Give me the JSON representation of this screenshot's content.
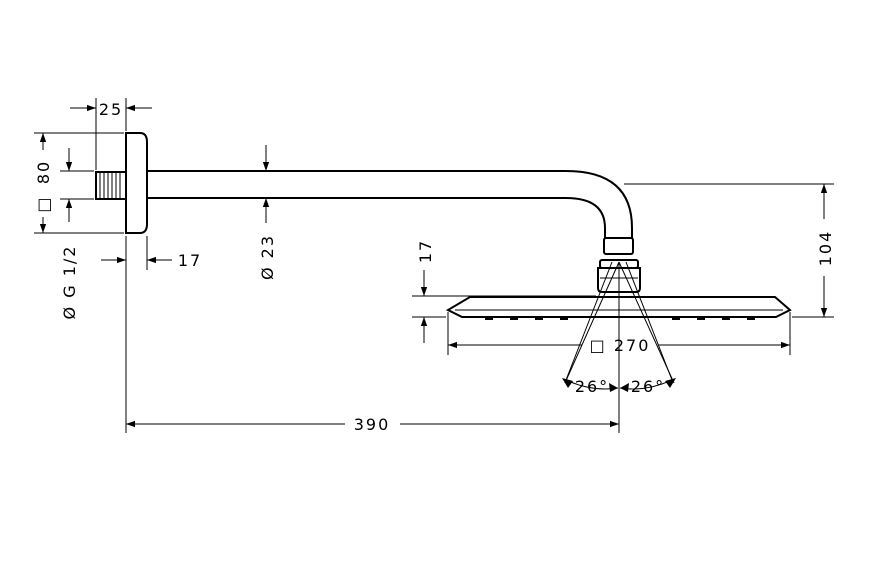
{
  "dimensions": {
    "flange_depth": "25",
    "flange_square": "80",
    "square_symbol": "□",
    "thread": "Ø G 1/2",
    "wall_offset": "17",
    "arm_diameter": "Ø 23",
    "head_offset": "17",
    "head_height": "104",
    "head_square": "□ 270",
    "angle_left": "26°",
    "angle_right": "26°",
    "projection": "390"
  }
}
